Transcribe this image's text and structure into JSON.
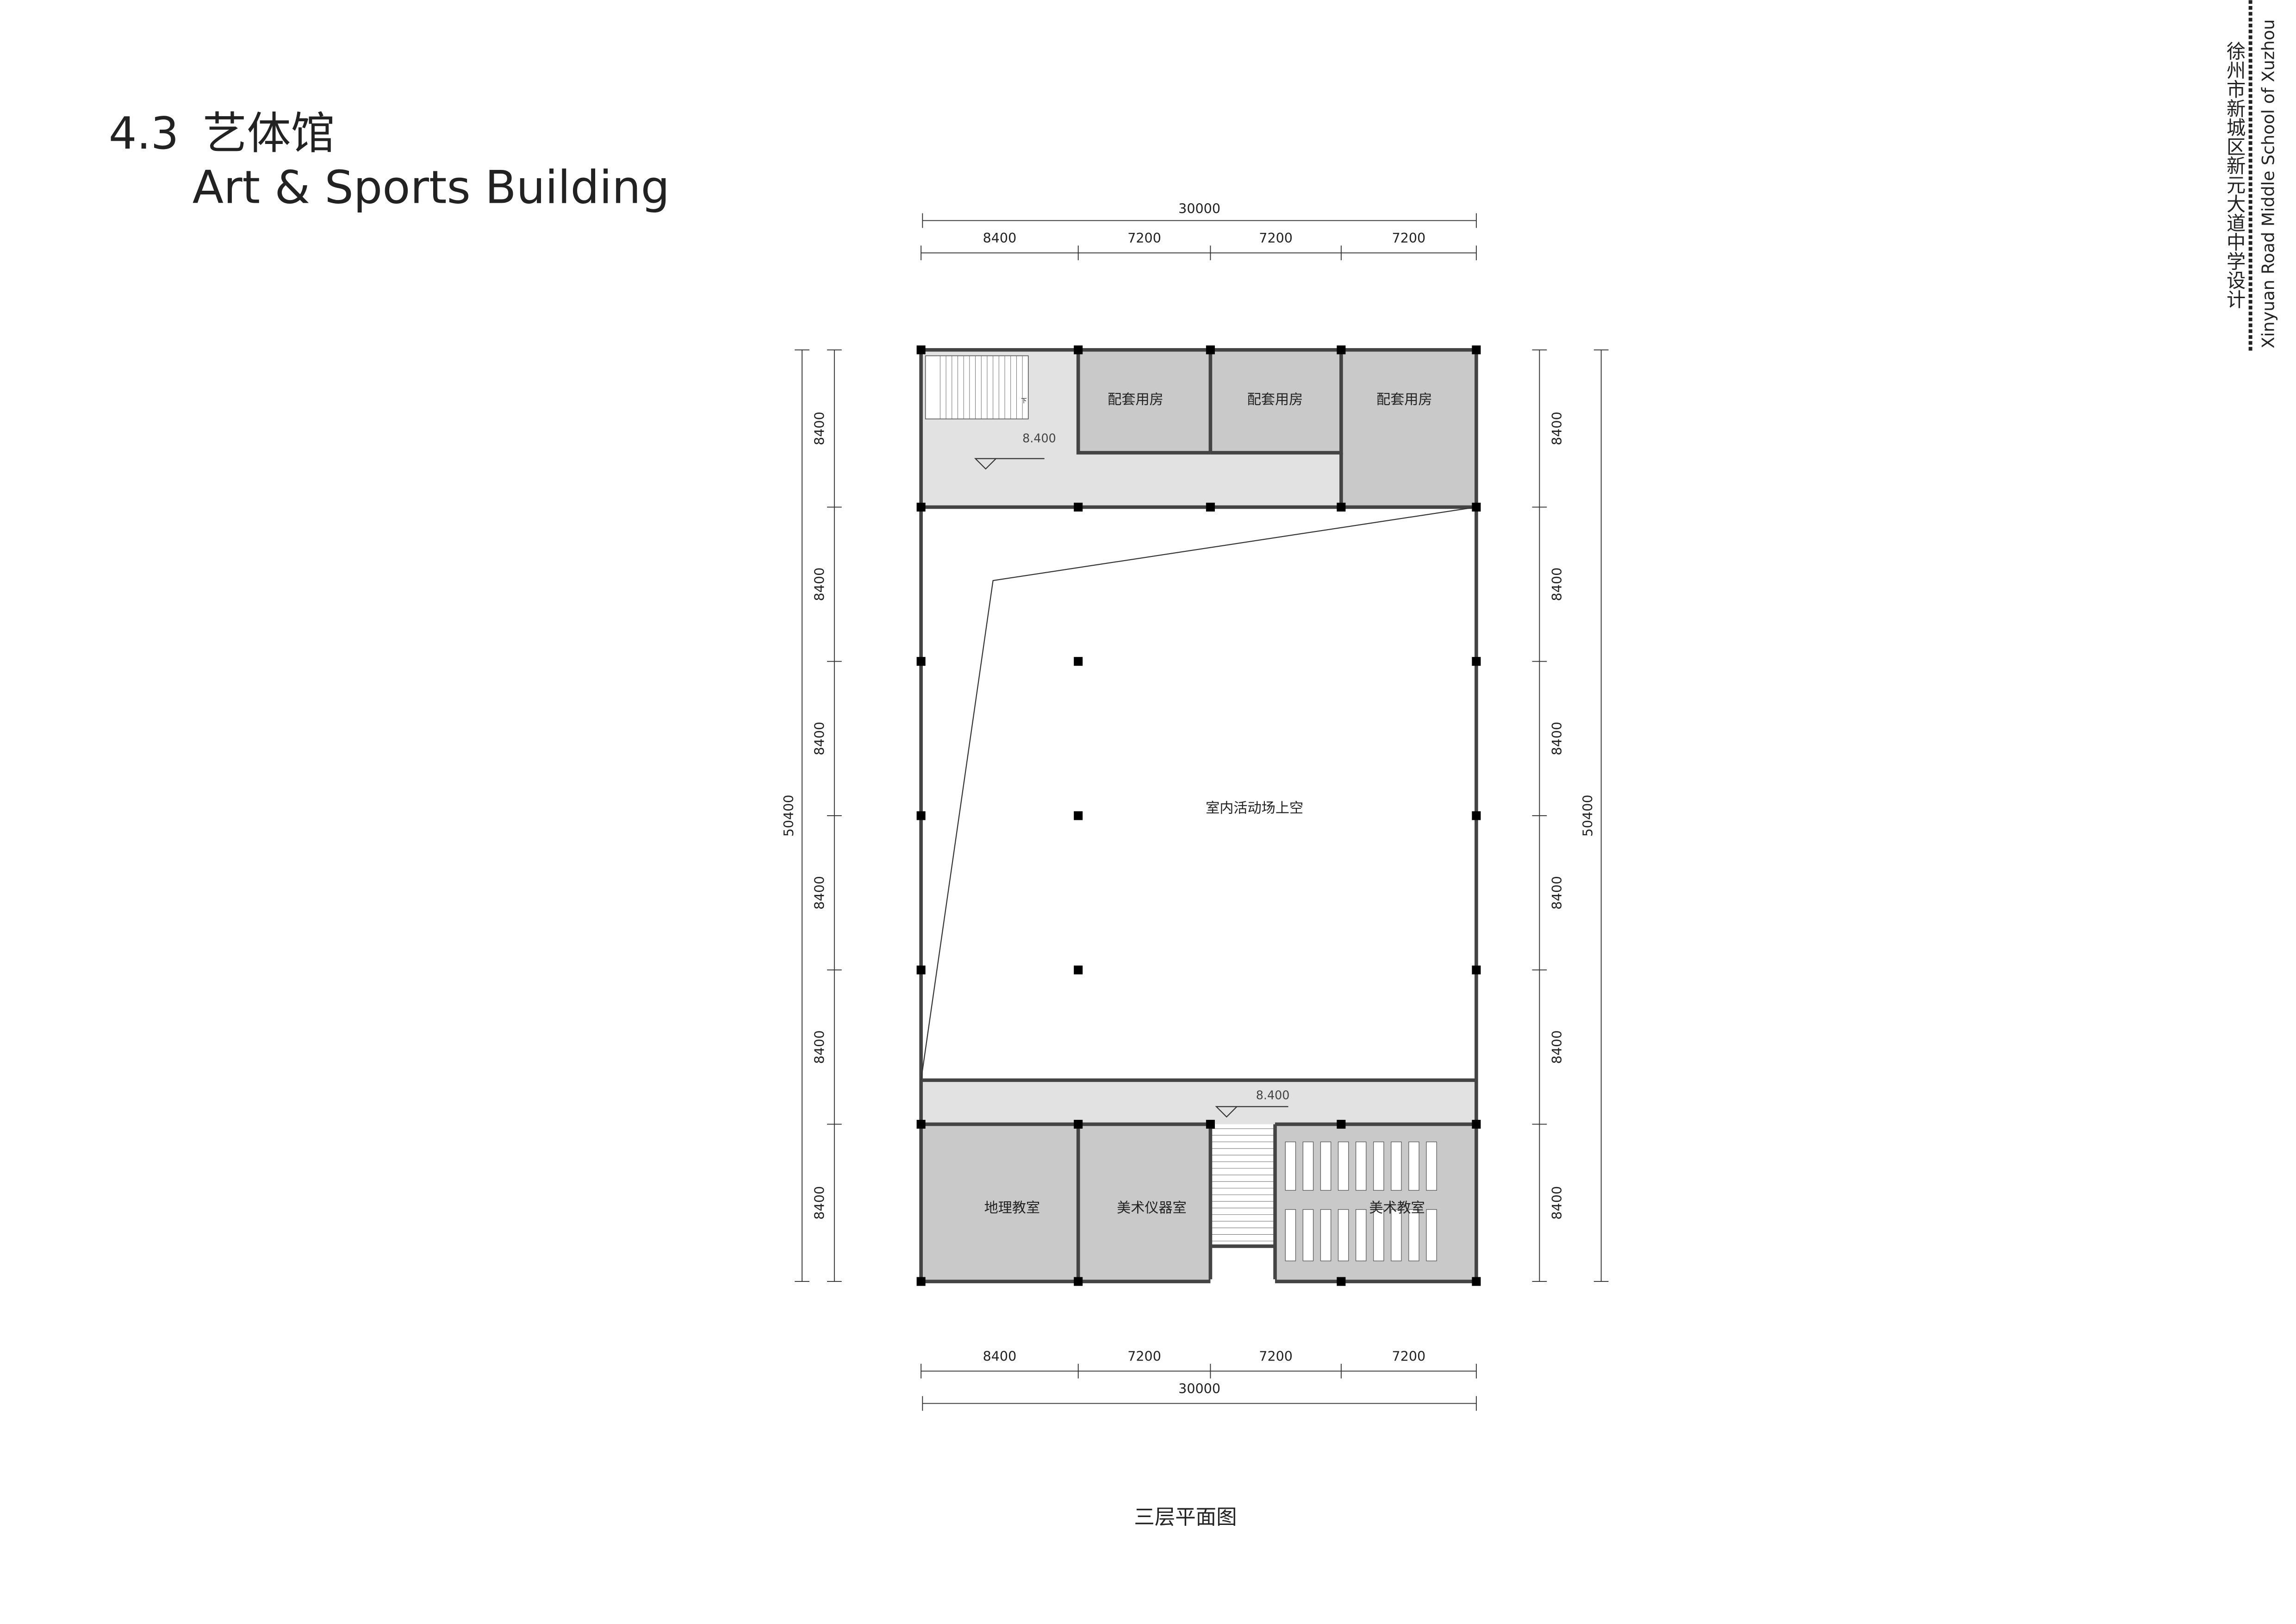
{
  "header": {
    "section_number": "4.3",
    "title_cn": "艺体馆",
    "title_en": "Art & Sports Building"
  },
  "side_banner": {
    "project_cn": "徐州市新城区新元大道中学设计",
    "project_en": "Xinyuan Road Middle School of Xuzhou"
  },
  "plan": {
    "caption": "三层平面图",
    "dims_horizontal": {
      "total": "30000",
      "bays": [
        "8400",
        "7200",
        "7200",
        "7200"
      ]
    },
    "dims_vertical": {
      "total": "50400",
      "bays": [
        "8400",
        "8400",
        "8400",
        "8400",
        "8400",
        "8400"
      ]
    },
    "rooms": {
      "support_1": "配套用房",
      "support_2": "配套用房",
      "support_3": "配套用房",
      "void": "室内活动场上空",
      "geography": "地理教室",
      "art_equipment": "美术仪器室",
      "art_classroom": "美术教室"
    },
    "elevations": {
      "north": "8.400",
      "south": "8.400"
    },
    "stair_label": "下",
    "colors": {
      "corridor": "#e2e2e2",
      "room": "#c9c9c9",
      "wall": "#444444",
      "column": "#000000"
    }
  }
}
